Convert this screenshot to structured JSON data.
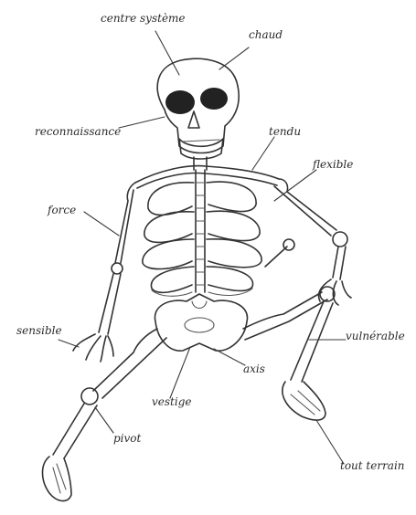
{
  "labels": {
    "centre_systeme": "centre système",
    "chaud": "chaud",
    "reconnaissance": "reconnaissance",
    "tendu": "tendu",
    "flexible": "flexible",
    "force": "force",
    "sensible": "sensible",
    "vulnerable": "vulnérable",
    "axis": "axis",
    "vestige": "vestige",
    "pivot": "pivot",
    "tout_terrain": "tout terrain"
  },
  "colors": {
    "ink": "#333333",
    "paper": "#ffffff"
  }
}
